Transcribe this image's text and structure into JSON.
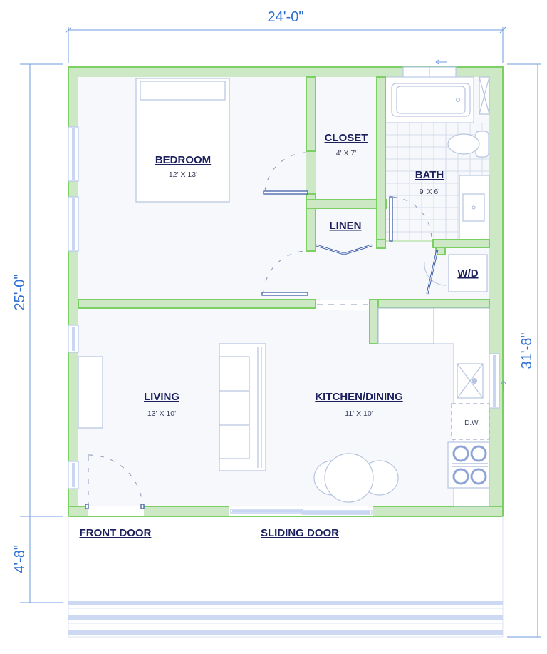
{
  "plan": {
    "dimensions": {
      "width_total": "24'-0\"",
      "house_depth": "25'-0\"",
      "porch_depth": "4'-8\"",
      "overall_depth": "31'-8\""
    },
    "rooms": [
      {
        "name": "BEDROOM",
        "size": "12' X 13'"
      },
      {
        "name": "CLOSET",
        "size": "4' X 7'"
      },
      {
        "name": "BATH",
        "size": "9' X 6'"
      },
      {
        "name": "LINEN",
        "size": ""
      },
      {
        "name": "W/D",
        "size": ""
      },
      {
        "name": "LIVING",
        "size": "13' X 10'"
      },
      {
        "name": "KITCHEN/DINING",
        "size": "11' X 10'"
      }
    ],
    "appliances": {
      "dishwasher": "D.W."
    },
    "exterior_labels": {
      "front_door": "FRONT DOOR",
      "sliding_door": "SLIDING DOOR"
    },
    "colors": {
      "wall_fill": "#cce8c4",
      "wall_stroke": "#7ccf62",
      "dimension": "#2f6fd1",
      "room_label": "#1b1f5c",
      "furniture": "#b6c4e0"
    }
  }
}
